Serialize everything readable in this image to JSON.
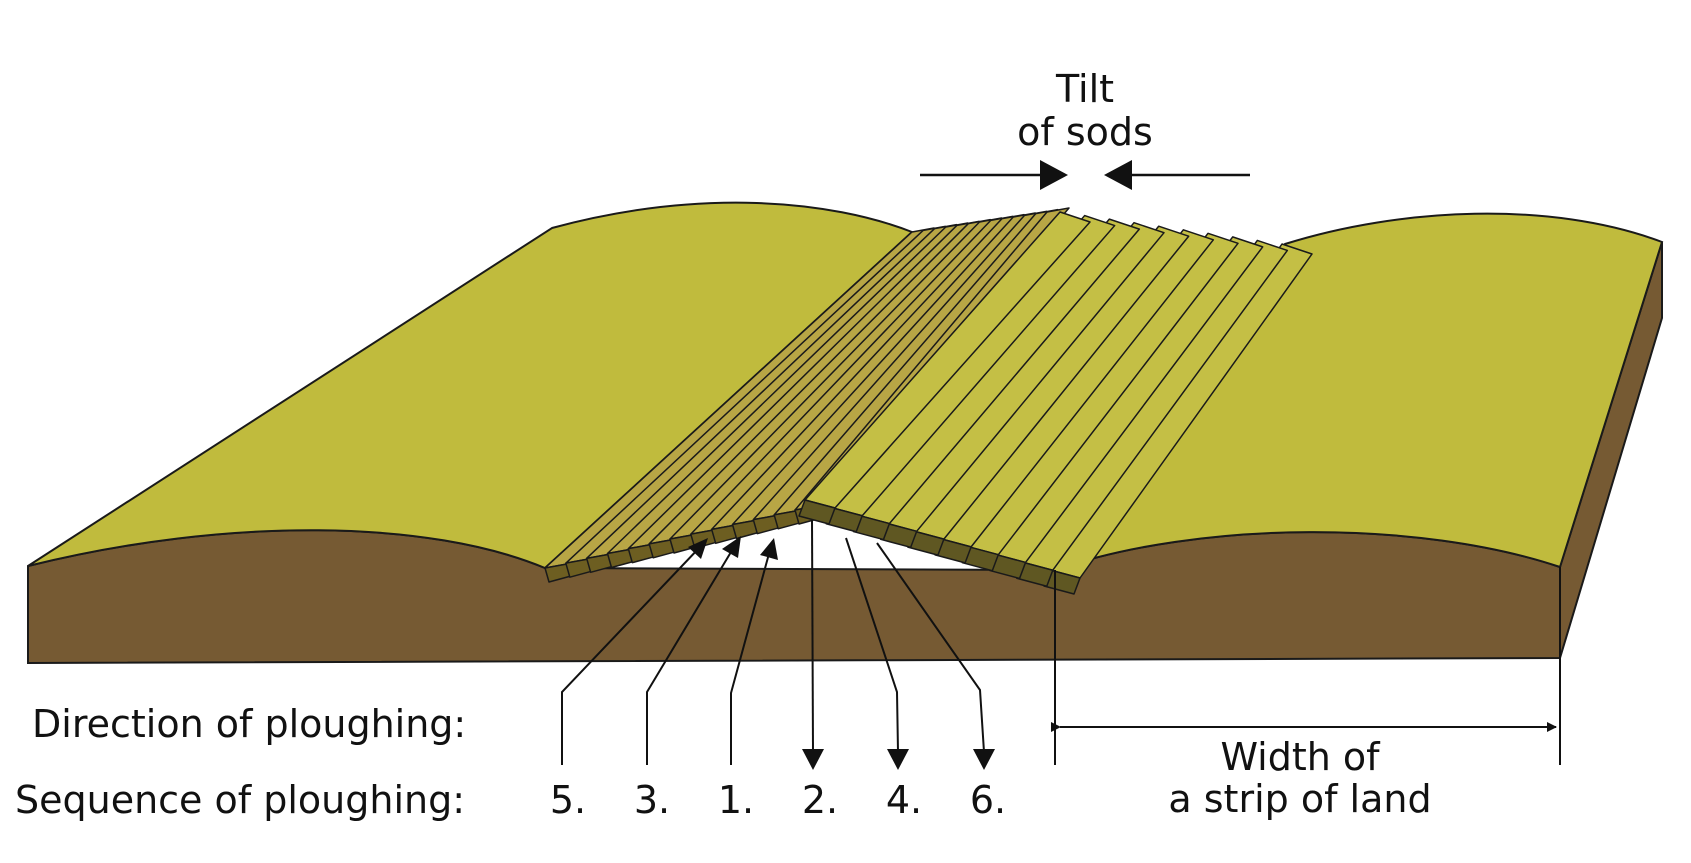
{
  "labels": {
    "tilt_line1": "Tilt",
    "tilt_line2": "of sods",
    "direction": "Direction of ploughing:",
    "sequence": "Sequence of ploughing:",
    "width_line1": "Width of",
    "width_line2": "a strip of land"
  },
  "sequence_numbers": [
    "5.",
    "3.",
    "1.",
    "2.",
    "4.",
    "6."
  ],
  "colors": {
    "grass": "#c0bb3d",
    "soil": "#765a33",
    "left_sod": "#b8a645",
    "left_sod_side": "#6d5e21",
    "right_sod": "#c4bf45",
    "right_sod_side": "#5f5722",
    "stroke": "#1a1a1a"
  }
}
